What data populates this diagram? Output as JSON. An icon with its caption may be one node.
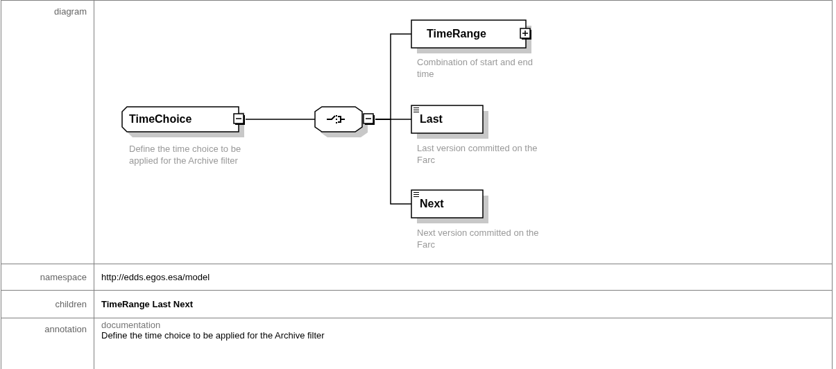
{
  "diagram": {
    "nodes": [
      {
        "text": [
          "TimeChoice"
        ],
        "beside": [
          "Define the time choice to be applied for the Archive filter"
        ]
      },
      {
        "text": [],
        "shape": "octagon"
      },
      {
        "text": [
          "TimeRange"
        ],
        "beside": [
          "Combination of start and end time"
        ]
      },
      {
        "text": [
          "Last"
        ],
        "beside": [
          "Last version committed on the Farc"
        ]
      },
      {
        "text": [
          "Next"
        ],
        "beside": [
          "Next version committed on the Farc"
        ]
      }
    ],
    "edges": [
      {
        "from": 0,
        "to": 1,
        "arrow": "none"
      },
      {
        "from": 1,
        "to": 2,
        "arrow": "none"
      },
      {
        "from": 1,
        "to": 3,
        "arrow": "none"
      },
      {
        "from": 1,
        "to": 4,
        "arrow": "none"
      }
    ],
    "labels": [
      "diagram",
      "namespace",
      "http://edds.egos.esa/model",
      "children",
      "TimeRange Last Next",
      "annotation",
      "documentation",
      "Define the time choice to be applied for the Archive filter"
    ]
  }
}
